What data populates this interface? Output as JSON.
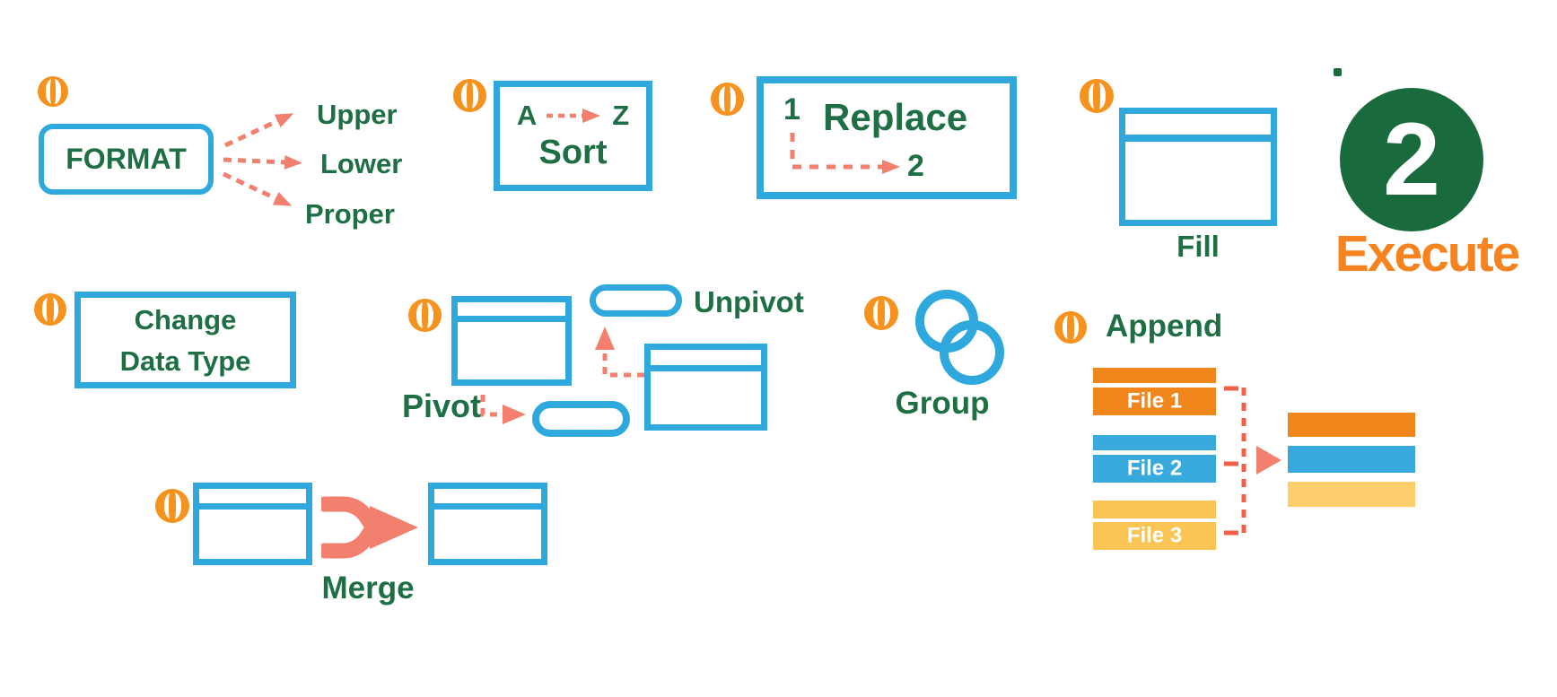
{
  "badge": {
    "number": "2",
    "label": "Execute"
  },
  "sections": {
    "format": {
      "box_label": "FORMAT",
      "options": [
        "Upper",
        "Lower",
        "Proper"
      ]
    },
    "sort": {
      "from_letter": "A",
      "to_letter": "Z",
      "label": "Sort"
    },
    "replace": {
      "from_value": "1",
      "to_value": "2",
      "label": "Replace"
    },
    "fill": {
      "label": "Fill"
    },
    "change_data_type": {
      "line1": "Change",
      "line2": "Data Type"
    },
    "pivot_unpivot": {
      "pivot_label": "Pivot",
      "unpivot_label": "Unpivot"
    },
    "group": {
      "label": "Group"
    },
    "append": {
      "label": "Append",
      "files": [
        "File 1",
        "File 2",
        "File 3"
      ]
    },
    "merge": {
      "label": "Merge"
    }
  },
  "icons": {
    "step_marker": "step-marker-icon",
    "table": "table-icon",
    "pill": "pill-icon",
    "venn_circles": "venn-circles-icon",
    "dashed_arrow": "dashed-arrow-icon",
    "merge_fork": "merge-fork-arrow-icon"
  },
  "colors": {
    "blue": "#2FA8DD",
    "green_text": "#1E6F43",
    "green_dark": "#196B3D",
    "orange": "#F6921E",
    "orange_execute": "#F5831F",
    "salmon": "#F37F6E",
    "salmon_deep": "#F2604A",
    "file_orange": "#F0861C",
    "file_blue": "#37A9DC",
    "file_yellow": "#FBC555",
    "result_yellow": "#FCCF6C",
    "white": "#FFFFFF"
  }
}
